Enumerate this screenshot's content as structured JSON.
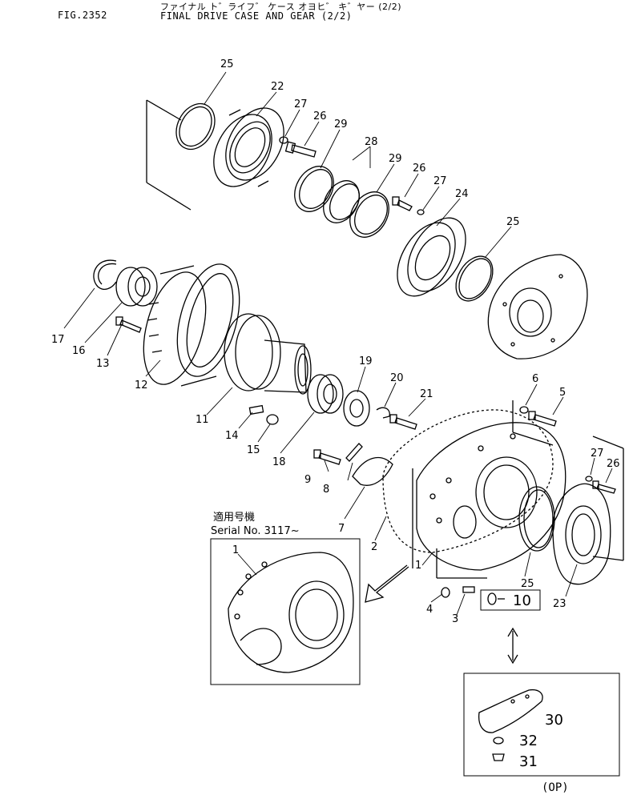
{
  "header": {
    "fig_number": "FIG.2352",
    "title_jp": "ファイナル ト゛ライフ゛ ケース オヨヒ゛ キ゛ヤー (2/2)",
    "title_en": "FINAL DRIVE CASE AND GEAR (2/2)"
  },
  "serial_note": {
    "jp": "適用号機",
    "en": "Serial No. 3117~"
  },
  "option_label": "(OP)",
  "callouts": {
    "c25a": "25",
    "c22": "22",
    "c27a": "27",
    "c26a": "26",
    "c29a": "29",
    "c28": "28",
    "c29b": "29",
    "c26b": "26",
    "c27b": "27",
    "c24": "24",
    "c25b": "25",
    "c17": "17",
    "c16": "16",
    "c13": "13",
    "c12": "12",
    "c11": "11",
    "c14": "14",
    "c15": "15",
    "c18": "18",
    "c19": "19",
    "c20": "20",
    "c21": "21",
    "c9": "9",
    "c8": "8",
    "c7": "7",
    "c2": "2",
    "c6": "6",
    "c5": "5",
    "c27c": "27",
    "c26c": "26",
    "c1a": "1",
    "c1b": "1",
    "c25c": "25",
    "c4": "4",
    "c3": "3",
    "c10": "10",
    "c23": "23",
    "c30": "30",
    "c32": "32",
    "c31": "31"
  }
}
